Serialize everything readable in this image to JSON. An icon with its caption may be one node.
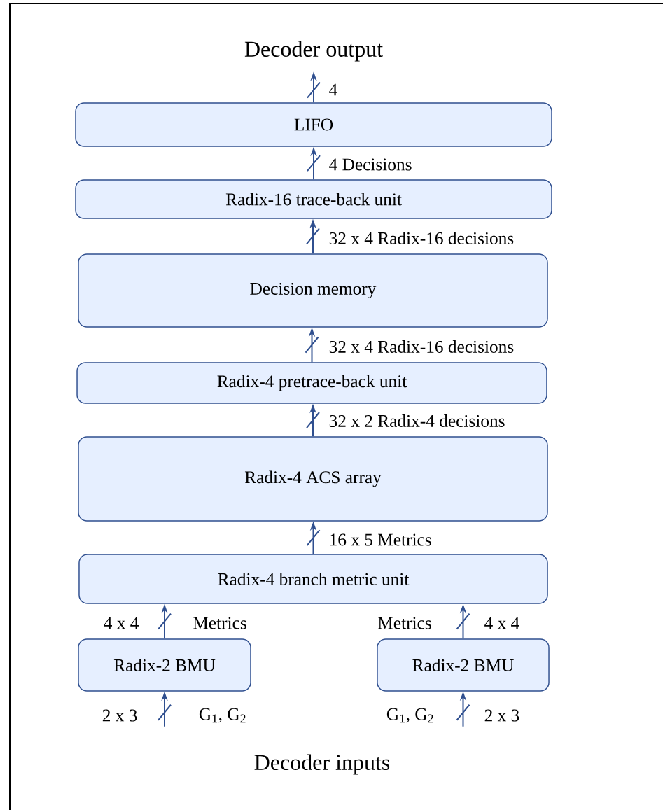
{
  "diagram": {
    "nodes": [
      {
        "text": [
          "LIFO"
        ]
      },
      {
        "text": [
          "Radix-16 trace-back unit"
        ]
      },
      {
        "text": [
          "Decision memory"
        ]
      },
      {
        "text": [
          "Radix-4 pretrace-back unit"
        ]
      },
      {
        "text": [
          "Radix-4 ACS array"
        ]
      },
      {
        "text": [
          "Radix-4 branch metric unit"
        ]
      },
      {
        "text": [
          "Radix-2 BMU"
        ]
      },
      {
        "text": [
          "Radix-2 BMU"
        ]
      }
    ],
    "edges": [
      {
        "from": 0,
        "to": null,
        "arrow": "to",
        "label": "4"
      },
      {
        "from": 1,
        "to": 0,
        "arrow": "to",
        "label": "4 Decisions"
      },
      {
        "from": 2,
        "to": 1,
        "arrow": "to",
        "label": "32 x 4 Radix-16 decisions"
      },
      {
        "from": 3,
        "to": 2,
        "arrow": "to",
        "label": "32 x 4 Radix-16 decisions"
      },
      {
        "from": 4,
        "to": 3,
        "arrow": "to",
        "label": "32 x 2 Radix-4 decisions"
      },
      {
        "from": 5,
        "to": 4,
        "arrow": "to",
        "label": "16 x 5 Metrics"
      },
      {
        "from": 6,
        "to": 5,
        "arrow": "to",
        "label": "4 x 4"
      },
      {
        "from": 7,
        "to": 5,
        "arrow": "to",
        "label": "4 x 4"
      },
      {
        "from": null,
        "to": 6,
        "arrow": "to",
        "label": "2 x 3"
      },
      {
        "from": null,
        "to": 7,
        "arrow": "to",
        "label": "2 x 3"
      }
    ],
    "labels": [
      "Decoder output",
      "Metrics",
      "Metrics",
      "G$_{1}$, G$_{2}$",
      "G$_{1}$, G$_{2}$",
      "Decoder inputs"
    ]
  }
}
